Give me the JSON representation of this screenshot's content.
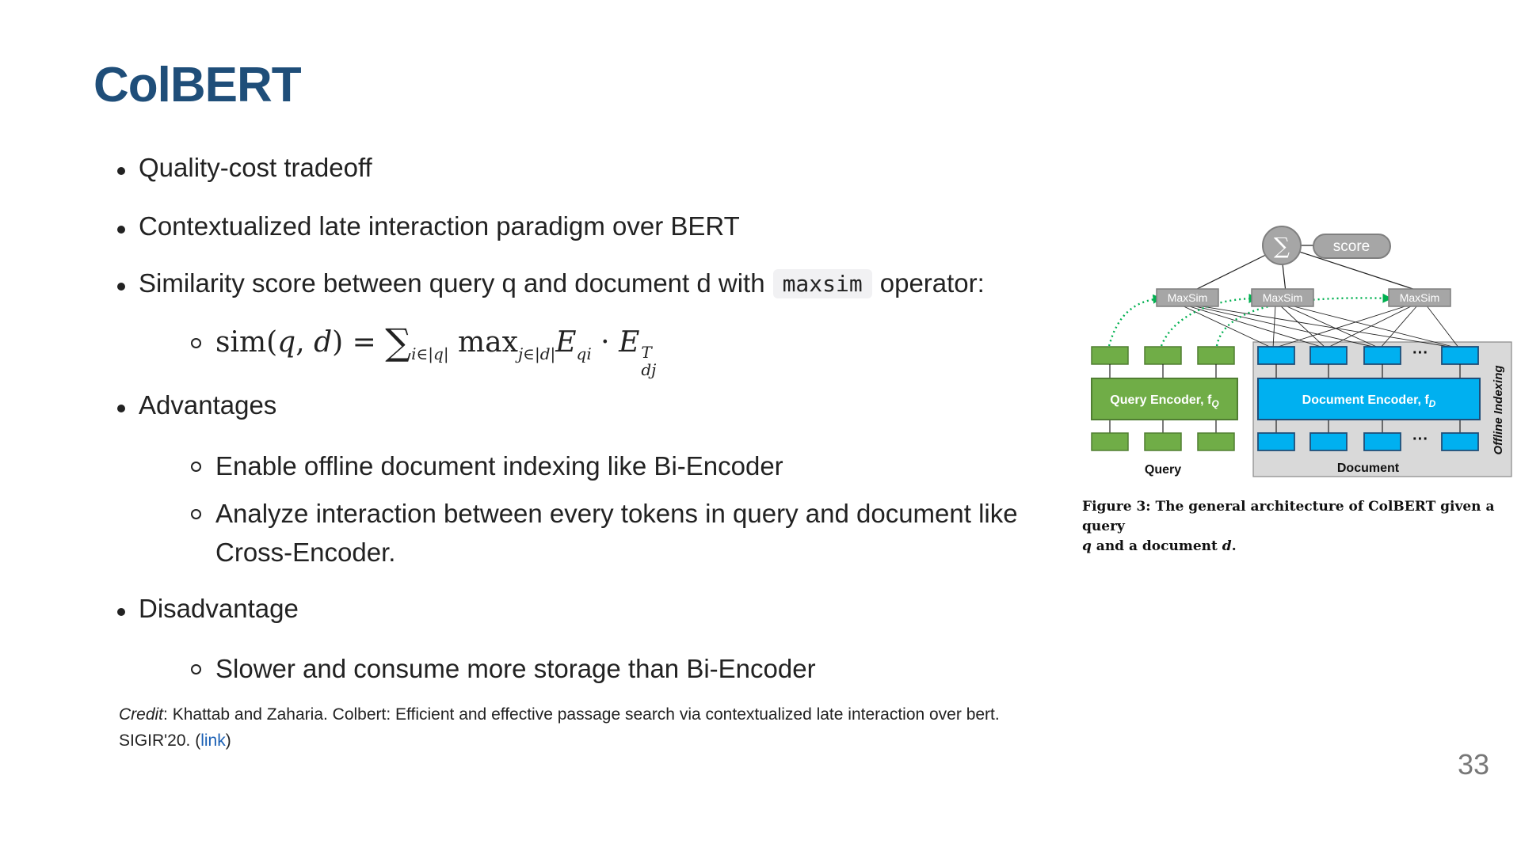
{
  "slide": {
    "title": "ColBERT",
    "page_number": "33"
  },
  "bullets": {
    "b1": "Quality-cost tradeoff",
    "b2": "Contextualized late interaction paradigm over BERT",
    "b3_pre": "Similarity score between query q and document d with",
    "b3_code": "maxsim",
    "b3_post": "operator:",
    "formula": {
      "lhs": "sim(",
      "q": "q",
      "comma": ", ",
      "d": "d",
      "rhs_open": ") = ",
      "sigma": "∑",
      "sum_sub": "i∈|q|",
      "max": " max",
      "max_sub": "j∈|d|",
      "E": "E",
      "E_sub": "qi",
      "dot": " · ",
      "E2": "E",
      "E2_sup": "T",
      "E2_sub": "dj"
    },
    "b4": "Advantages",
    "b4_1": "Enable offline document indexing like Bi-Encoder",
    "b4_2_line1": "Analyze interaction between every tokens in query and document like",
    "b4_2_line2": "Cross-Encoder.",
    "b5": "Disadvantage",
    "b5_1": "Slower and consume more storage than Bi-Encoder"
  },
  "credit": {
    "label": "Credit",
    "text": ": Khattab and Zaharia. Colbert: Efficient and effective passage search via contextualized late interaction over bert.",
    "line2_pre": "SIGIR'20. (",
    "link_text": "link",
    "line2_post": ")"
  },
  "figure": {
    "sigma": "∑",
    "score": "score",
    "maxsim": "MaxSim",
    "ellipsis": "···",
    "query_encoder": "Query Encoder, f",
    "query_encoder_sub": "Q",
    "document_encoder": "Document Encoder, f",
    "document_encoder_sub": "D",
    "offline_indexing": "Offline Indexing",
    "query_label": "Query",
    "document_label": "Document",
    "caption_line1": "Figure 3: The general architecture of ColBERT given a query",
    "caption_q": "q",
    "caption_mid": " and a document ",
    "caption_d": "d",
    "caption_end": ".",
    "colors": {
      "green": "#70ad47",
      "blue": "#00b0f0",
      "gray_box": "#d9d9d9",
      "maxsim": "#a6a6a6",
      "dotted": "#00b050"
    }
  }
}
